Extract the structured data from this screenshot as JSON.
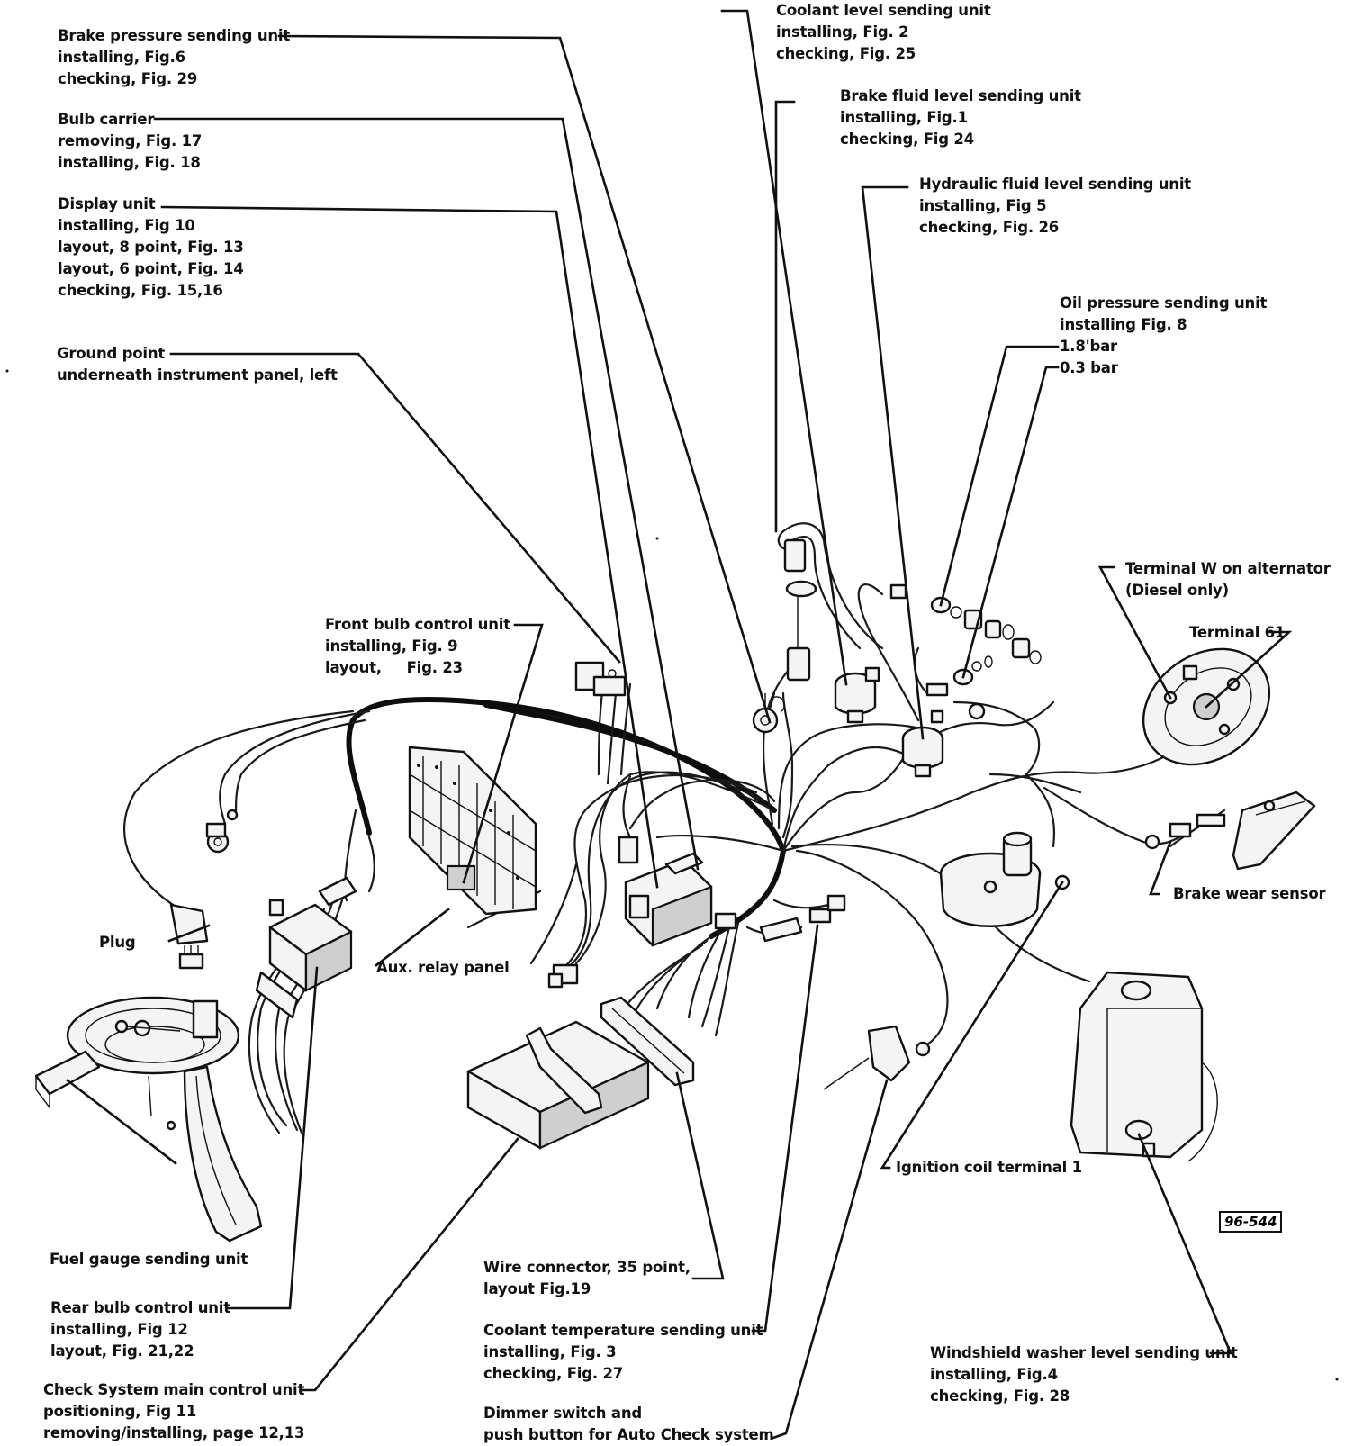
{
  "figure_ref": "96-544",
  "labels": {
    "brake_pressure": {
      "title": "Brake pressure sending unit",
      "lines": [
        "installing, Fig.6",
        "checking, Fig. 29"
      ]
    },
    "bulb_carrier": {
      "title": "Bulb carrier",
      "lines": [
        "removing, Fig. 17",
        "installing, Fig. 18"
      ]
    },
    "display_unit": {
      "title": "Display unit",
      "lines": [
        "installing, Fig  10",
        "layout, 8 point, Fig. 13",
        "layout, 6 point, Fig. 14",
        "checking, Fig. 15,16"
      ]
    },
    "ground_point": {
      "title": "Ground point",
      "lines": [
        "underneath instrument panel, left"
      ]
    },
    "front_bulb": {
      "title": "Front bulb control unit",
      "lines": [
        "installing, Fig. 9",
        "layout,     Fig. 23"
      ]
    },
    "coolant_level": {
      "title": "Coolant level sending unit",
      "lines": [
        "installing, Fig. 2",
        "checking, Fig. 25"
      ]
    },
    "brake_fluid": {
      "title": "Brake fluid level sending unit",
      "lines": [
        "installing, Fig.1",
        "checking, Fig 24"
      ]
    },
    "hydraulic_fluid": {
      "title": "Hydraulic fluid level sending unit",
      "lines": [
        "installing, Fig  5",
        "checking, Fig. 26"
      ]
    },
    "oil_pressure": {
      "title": "Oil pressure sending unit",
      "lines": [
        "installing Fig. 8",
        "1.8'bar",
        "0.3 bar"
      ]
    },
    "terminal_w": {
      "title": "Terminal W on alternator",
      "lines": [
        "(Diesel only)"
      ]
    },
    "terminal_61": {
      "title": "Terminal 61"
    },
    "plug": {
      "title": "Plug"
    },
    "aux_relay": {
      "title": "Aux. relay panel"
    },
    "brake_wear": {
      "title": "Brake wear sensor"
    },
    "ignition_coil": {
      "title": "Ignition coil terminal 1"
    },
    "fuel_gauge": {
      "title": "Fuel gauge sending unit"
    },
    "rear_bulb": {
      "title": "Rear bulb control unit",
      "lines": [
        "installing, Fig  12",
        "layout, Fig. 21,22"
      ]
    },
    "check_system": {
      "title": "Check System main control unit",
      "lines": [
        "positioning, Fig  11",
        "removing/installing, page 12,13"
      ]
    },
    "wire_connector": {
      "title": "Wire connector, 35 point,",
      "lines": [
        "layout Fig.19"
      ]
    },
    "coolant_temp": {
      "title": "Coolant temperature sending unit",
      "lines": [
        "installing, Fig. 3",
        "checking, Fig. 27"
      ]
    },
    "dimmer_switch": {
      "title": "Dimmer switch and",
      "lines": [
        "push button for Auto Check system"
      ]
    },
    "washer_level": {
      "title": "Windshield washer level sending unit",
      "lines": [
        "installing, Fig.4",
        "checking, Fig. 28"
      ]
    }
  }
}
